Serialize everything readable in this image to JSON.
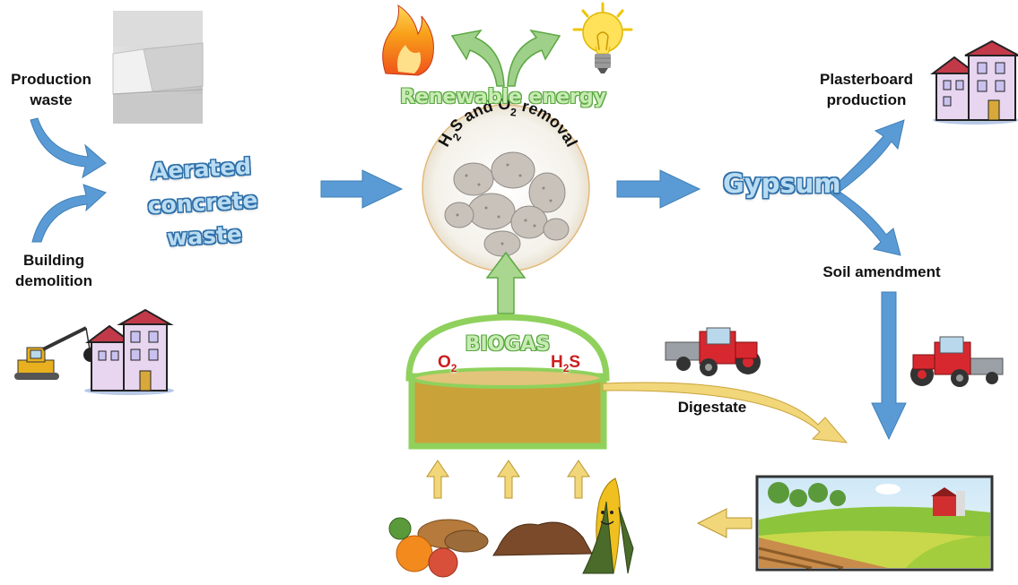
{
  "labels": {
    "production_waste": "Production\nwaste",
    "building_demolition": "Building\ndemolition",
    "aerated_concrete_waste": "Aerated concrete\nwaste",
    "renewable_energy": "Renewable energy",
    "removal_text": "H2S and O2 removal",
    "gypsum": "Gypsum",
    "plasterboard_production": "Plasterboard\nproduction",
    "soil_amendment": "Soil amendment",
    "biogas": "BIOGAS",
    "o2": "O2",
    "h2s": "H2S",
    "digestate": "Digestate"
  },
  "colors": {
    "blue_arrow": "#5b9bd5",
    "green_arrow": "#8fc275",
    "gold_arrow": "#d9b74a",
    "digester_fill": "#c9a23a",
    "digester_border": "#8fd15c",
    "chem_red": "#cc1f1f"
  },
  "icons": [
    "flame-icon",
    "lightbulb-icon",
    "building-icon",
    "crane-icon",
    "tractor-icon",
    "farm-field-icon",
    "biomass-icon",
    "concrete-block-icon",
    "gravel-icon"
  ]
}
